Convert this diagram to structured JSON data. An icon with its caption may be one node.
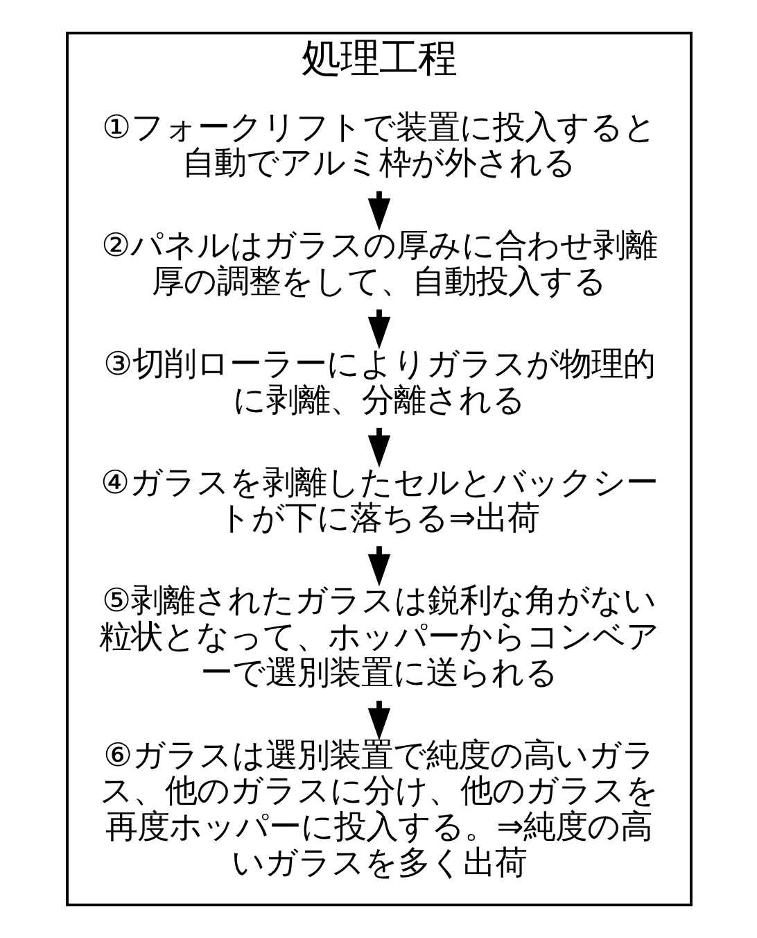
{
  "diagram": {
    "nodes": [
      {
        "text": [
          "処理工程"
        ]
      },
      {
        "text": [
          "①フォークリフトで装置に投入すると自動でアルミ枠が外される"
        ],
        "in": 0
      },
      {
        "text": [
          "②パネルはガラスの厚みに合わせ剥離厚の調整をして、自動投入する"
        ],
        "in": 0
      },
      {
        "text": [
          "③切削ローラーによりガラスが物理的に剥離、分離される"
        ],
        "in": 0
      },
      {
        "text": [
          "④ガラスを剥離したセルとバックシートが下に落ちる⇒出荷"
        ],
        "in": 0
      },
      {
        "text": [
          "⑤剥離されたガラスは鋭利な角がない粒状となって、ホッパーからコンベアーで選別装置に送られる"
        ],
        "in": 0
      },
      {
        "text": [
          "⑥ガラスは選別装置で純度の高いガラス、他のガラスに分け、他のガラスを再度ホッパーに投入する。⇒純度の高いガラスを多く出荷"
        ],
        "in": 0
      }
    ],
    "edges": [
      {
        "from": 1,
        "to": 2,
        "arrow": "to"
      },
      {
        "from": 2,
        "to": 3,
        "arrow": "to"
      },
      {
        "from": 3,
        "to": 4,
        "arrow": "to"
      },
      {
        "from": 4,
        "to": 5,
        "arrow": "to"
      },
      {
        "from": 5,
        "to": 6,
        "arrow": "to"
      }
    ]
  }
}
